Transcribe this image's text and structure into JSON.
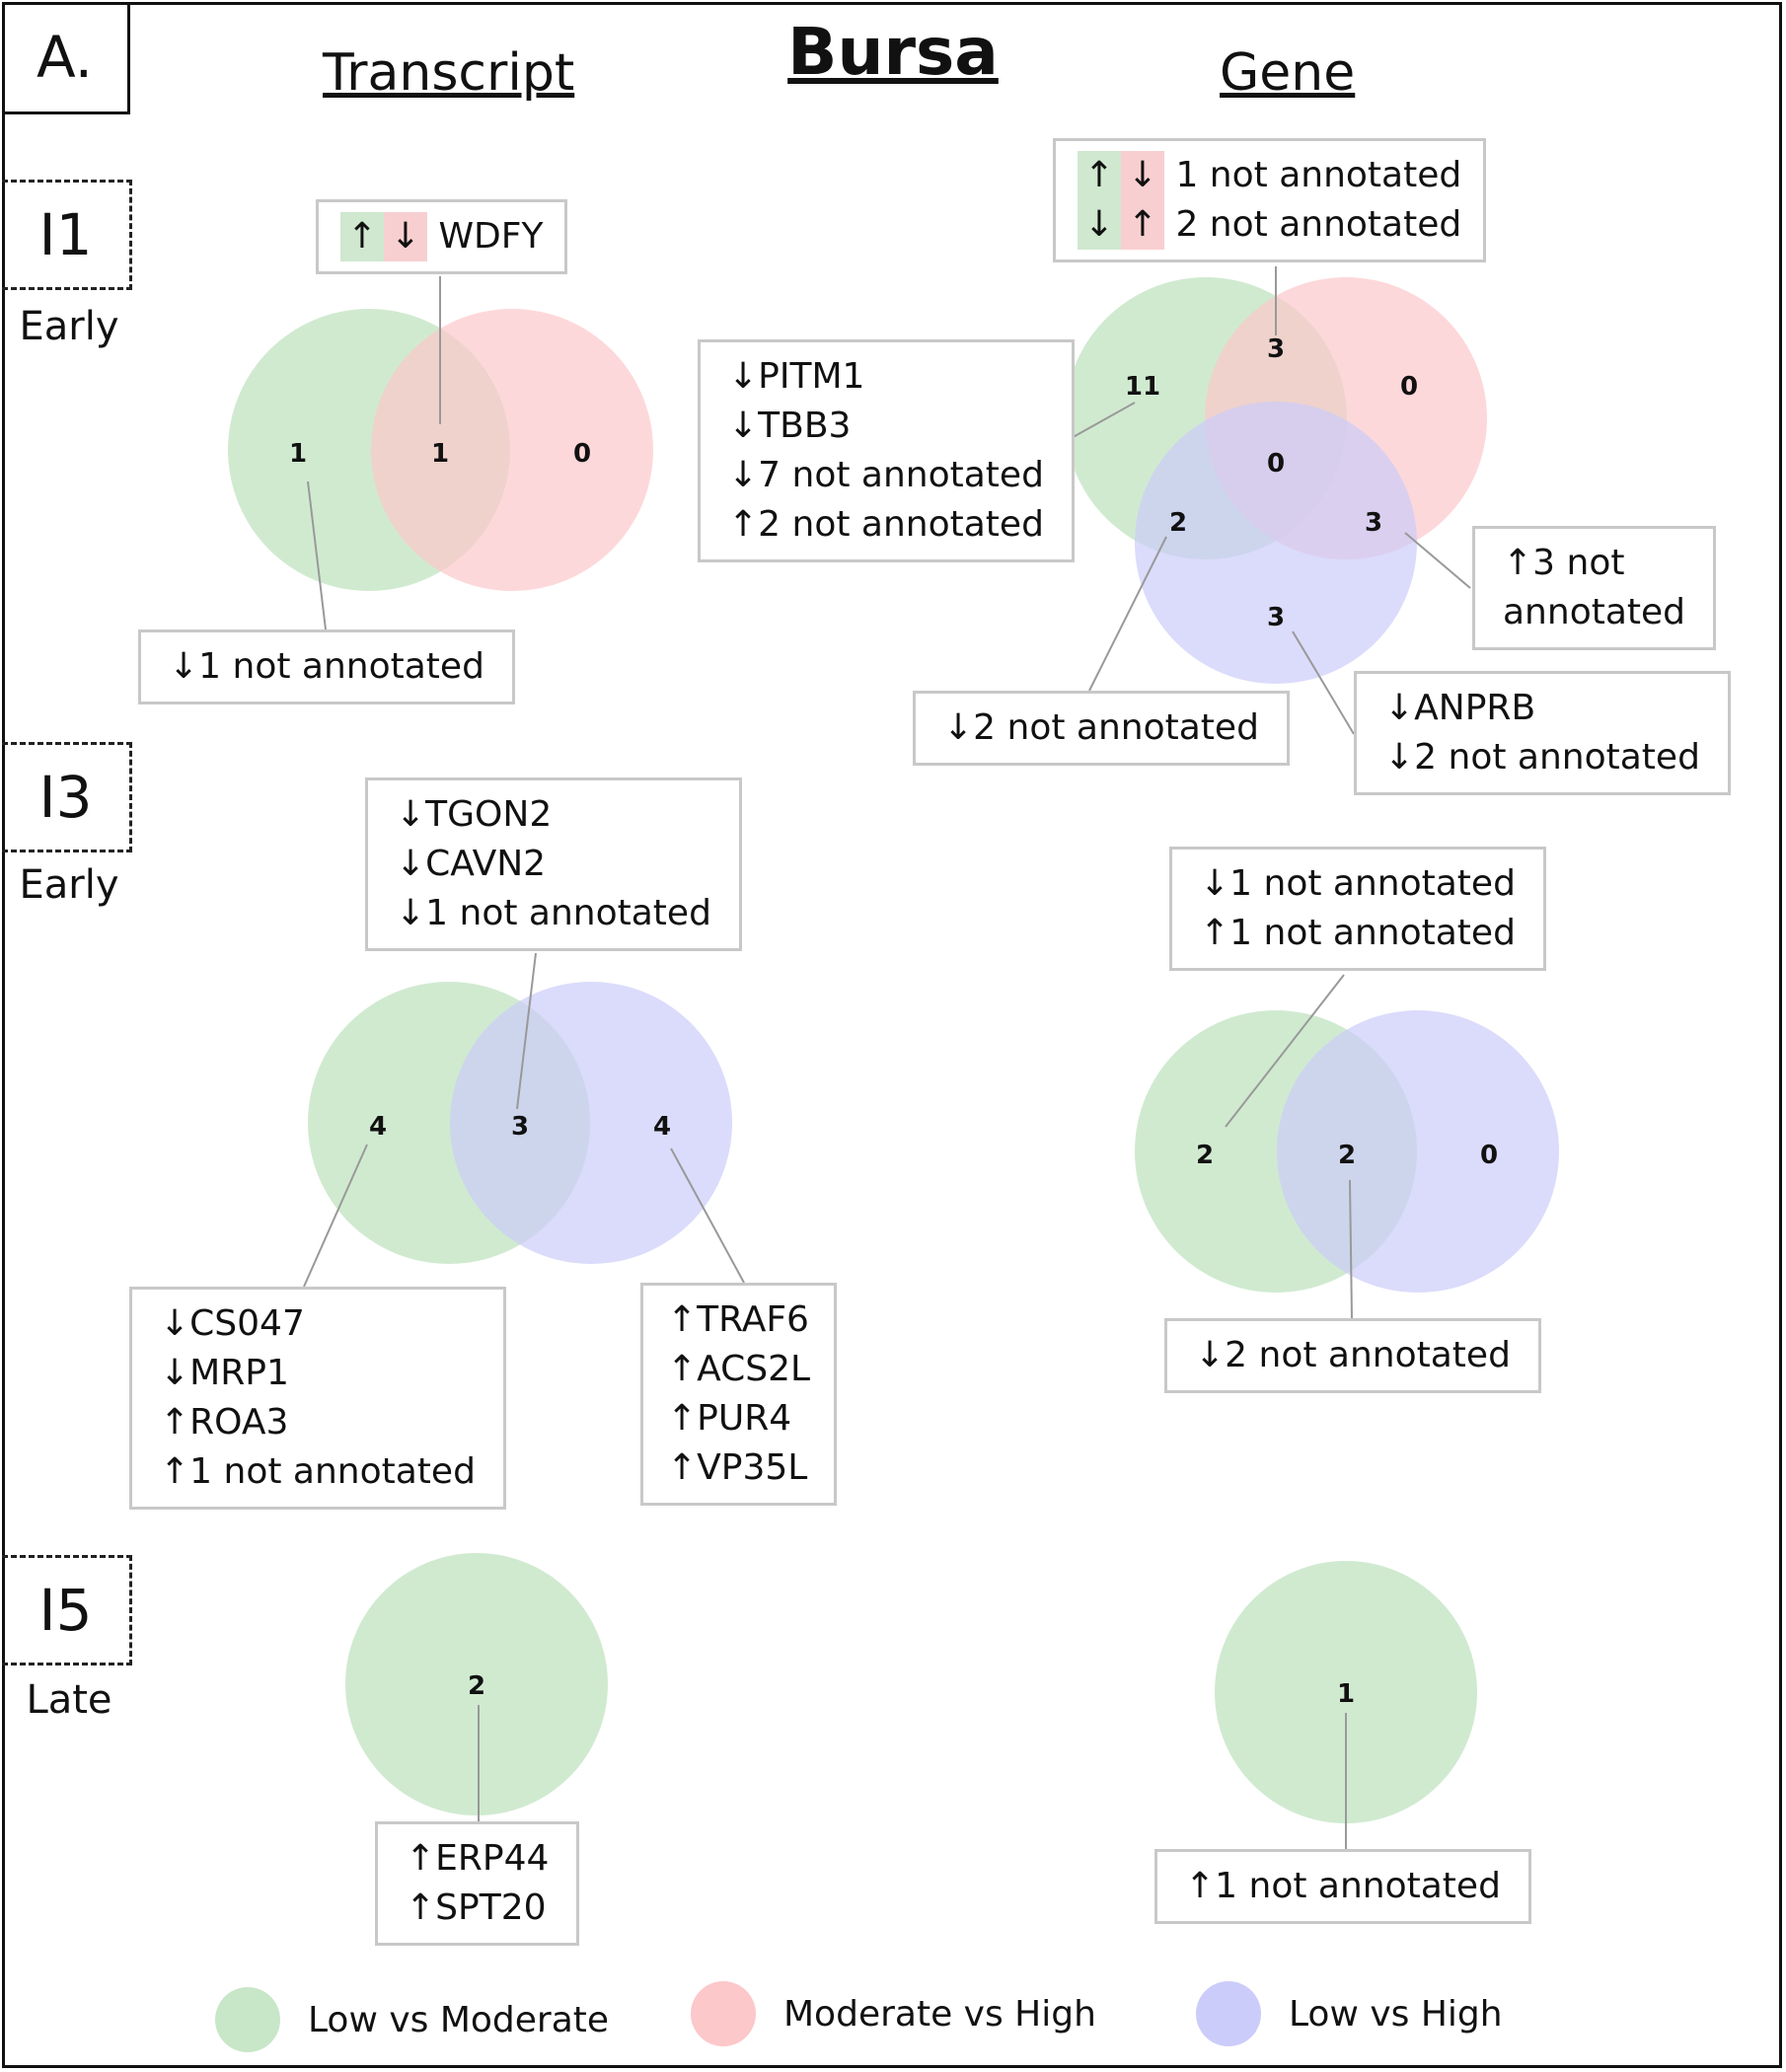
{
  "panel_label": "A.",
  "title": "Bursa",
  "columns": {
    "transcript": "Transcript",
    "gene": "Gene"
  },
  "rows": [
    {
      "tag": "I1",
      "phase": "Early"
    },
    {
      "tag": "I3",
      "phase": "Early"
    },
    {
      "tag": "I5",
      "phase": "Late"
    }
  ],
  "colors": {
    "low_vs_moderate": "#c8e6c8",
    "moderate_vs_high": "#fcc8ca",
    "low_vs_high": "#ccccfa"
  },
  "legend": [
    "Low vs Moderate",
    "Moderate vs High",
    "Low vs High"
  ],
  "i1": {
    "transcript": {
      "counts": {
        "green_only": "1",
        "overlap": "1",
        "red_only": "0"
      },
      "overlap_label": "WDFY",
      "green_only_label": "↓1 not annotated"
    },
    "gene": {
      "counts": {
        "green_only": "11",
        "green_red": "3",
        "red_only": "0",
        "all": "0",
        "green_blue": "2",
        "red_blue": "3",
        "blue_only": "3"
      },
      "green_red_label": [
        "1 not annotated",
        "2 not annotated"
      ],
      "green_only_label": [
        "↓PITM1",
        "↓TBB3",
        "↓7 not annotated",
        "↑2 not annotated"
      ],
      "red_blue_label": [
        "↑3 not",
        "annotated"
      ],
      "green_blue_label": "↓2 not annotated",
      "blue_only_label": [
        "↓ANPRB",
        "↓2 not annotated"
      ]
    }
  },
  "i3": {
    "transcript": {
      "counts": {
        "green_only": "4",
        "overlap": "3",
        "blue_only": "4"
      },
      "overlap_label": [
        "↓TGON2",
        "↓CAVN2",
        "↓1 not annotated"
      ],
      "green_only_label": [
        "↓CS047",
        "↓MRP1",
        "↑ROA3",
        "↑1 not annotated"
      ],
      "blue_only_label": [
        "↑TRAF6",
        "↑ACS2L",
        "↑PUR4",
        "↑VP35L"
      ]
    },
    "gene": {
      "counts": {
        "green_only": "2",
        "overlap": "2",
        "blue_only": "0"
      },
      "green_only_label": [
        "↓1 not annotated",
        "↑1 not annotated"
      ],
      "overlap_label": "↓2 not annotated"
    }
  },
  "i5": {
    "transcript": {
      "count": "2",
      "label": [
        "↑ERP44",
        "↑SPT20"
      ]
    },
    "gene": {
      "count": "1",
      "label": "↑1 not annotated"
    }
  }
}
